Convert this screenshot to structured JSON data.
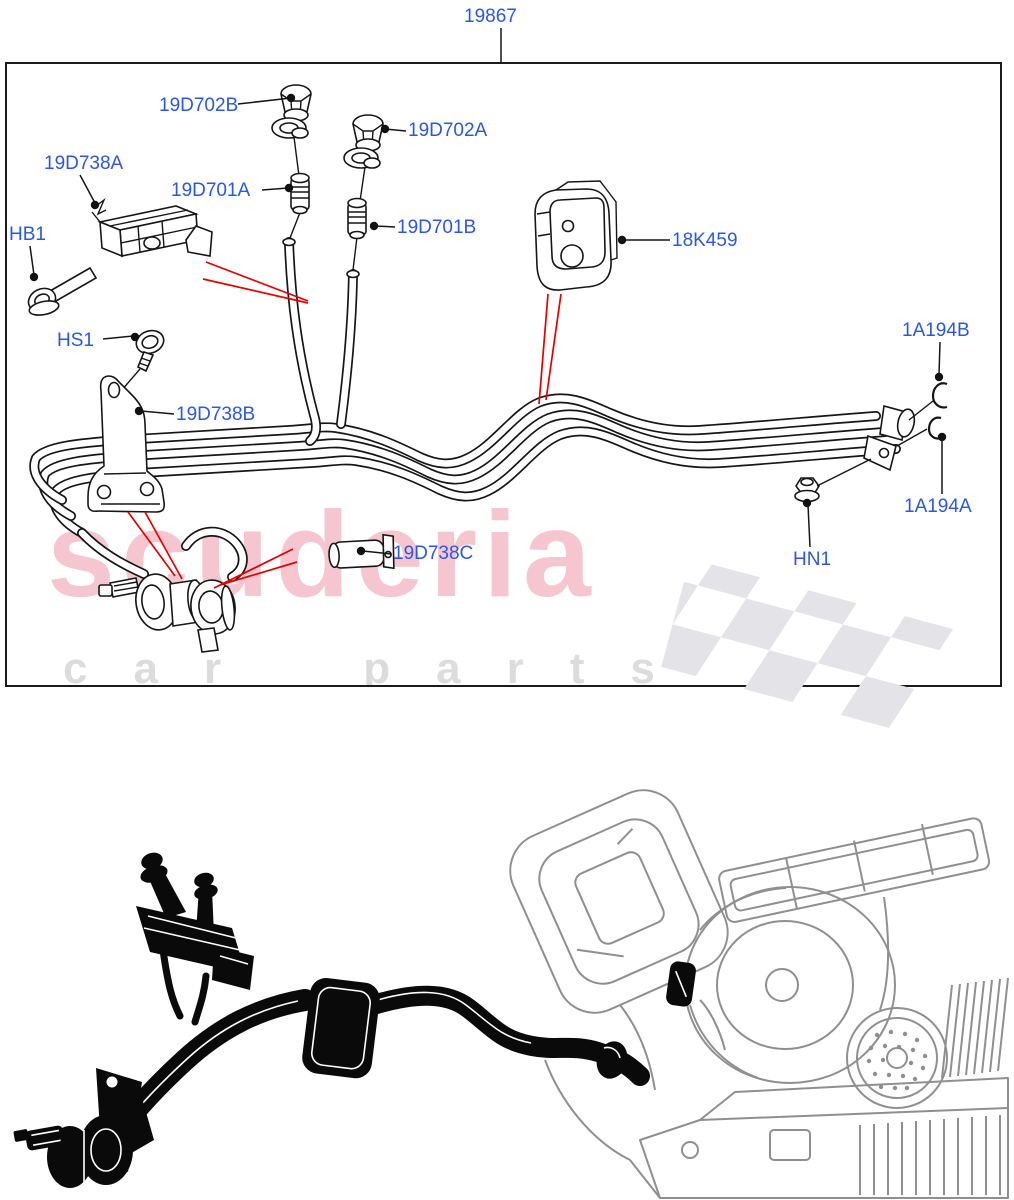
{
  "labels": {
    "assembly": "19867",
    "p19d702b": "19D702B",
    "p19d702a": "19D702A",
    "p19d738a": "19D738A",
    "p19d701a": "19D701A",
    "p19d701b": "19D701B",
    "hb1": "HB1",
    "p18k459": "18K459",
    "hs1": "HS1",
    "p1a194b": "1A194B",
    "p19d738b": "19D738B",
    "p1a194a": "1A194A",
    "p19d738c": "19D738C",
    "hn1": "HN1"
  },
  "watermark": {
    "brand": "scuderia",
    "tagline": "car parts"
  },
  "colors": {
    "label_blue": "#2b58e2",
    "leader_red": "#e60000",
    "line_black": "#161616",
    "watermark_pink": "#f5c6cf",
    "tagline_grey": "#dcdcdc",
    "flag_grey": "#e4e4e8",
    "hvac_grey": "#8f8f8f",
    "silhouette_black": "#0a0a0a"
  }
}
